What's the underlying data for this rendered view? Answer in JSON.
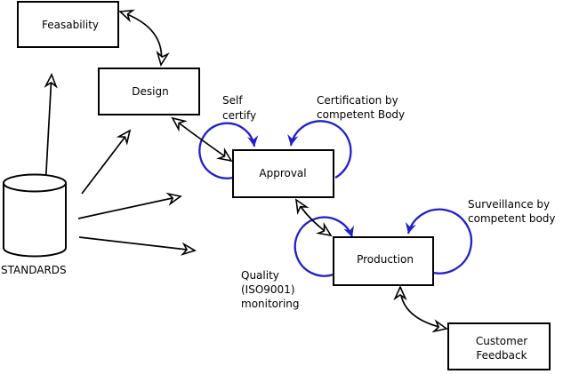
{
  "colors": {
    "annotation": "#2020cc",
    "line": "#000000",
    "background": "#ffffff"
  },
  "nodes": {
    "feasability": {
      "label": "Feasability"
    },
    "design": {
      "label": "Design"
    },
    "approval": {
      "label": "Approval"
    },
    "production": {
      "label": "Production"
    },
    "customer_feedback": {
      "lines": [
        "Customer",
        "Feedback"
      ]
    },
    "standards": {
      "label": "STANDARDS",
      "shape": "cylinder"
    }
  },
  "annotations": {
    "self_certify": {
      "lines": [
        "Self",
        "certify"
      ]
    },
    "certification": {
      "lines": [
        "Certification by",
        "competent Body"
      ]
    },
    "surveillance": {
      "lines": [
        "Surveillance by",
        "competent body"
      ]
    },
    "quality": {
      "lines": [
        "Quality",
        "(ISO9001)",
        "monitoring"
      ]
    }
  },
  "edges": [
    {
      "from": "feasability",
      "to": "design",
      "type": "double-arrow"
    },
    {
      "from": "design",
      "to": "approval",
      "type": "double-arrow"
    },
    {
      "from": "approval",
      "to": "production",
      "type": "double-arrow"
    },
    {
      "from": "production",
      "to": "customer_feedback",
      "type": "double-arrow"
    },
    {
      "from": "standards",
      "to": "feasability",
      "type": "arrow"
    },
    {
      "from": "standards",
      "to": "design",
      "type": "arrow"
    },
    {
      "from": "standards",
      "to": "approval",
      "type": "arrow"
    },
    {
      "from": "standards",
      "to": "production",
      "type": "arrow"
    },
    {
      "on": "approval",
      "type": "self-loop",
      "label": "Self certify"
    },
    {
      "on": "approval",
      "type": "self-loop",
      "label": "Certification by competent Body"
    },
    {
      "on": "production",
      "type": "self-loop",
      "label": "Quality (ISO9001) monitoring"
    },
    {
      "on": "production",
      "type": "self-loop",
      "label": "Surveillance by competent body"
    }
  ]
}
